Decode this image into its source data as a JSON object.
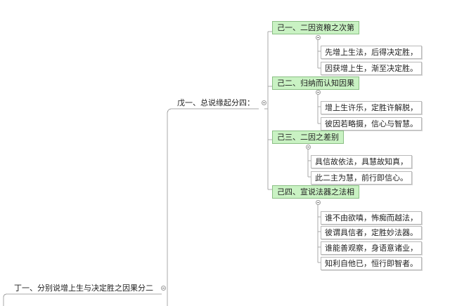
{
  "root": {
    "label": "丁一、分别说增上生与决定胜之因果分二"
  },
  "branch": {
    "label": "戊一、总说缘起分四："
  },
  "sections": [
    {
      "label": "己一、二因资粮之次第",
      "items": [
        "先增上生法，后得决定胜，",
        "因获增上生，渐至决定胜。"
      ]
    },
    {
      "label": "己二、归纳而认知因果",
      "items": [
        "增上生许乐，定胜许解脱，",
        "彼因若略摄，信心与智慧。"
      ]
    },
    {
      "label": "己三、二因之差别",
      "items": [
        "具信故依法，具慧故知真，",
        "此二主为慧，前行即信心。"
      ]
    },
    {
      "label": "己四、宣说法器之法相",
      "items": [
        "谁不由欲嗔，怖痴而越法，",
        "彼谓具信者，定胜妙法器。",
        "谁能善观察，身语意诸业，",
        "知利自他已，恒行即智者。"
      ]
    }
  ]
}
